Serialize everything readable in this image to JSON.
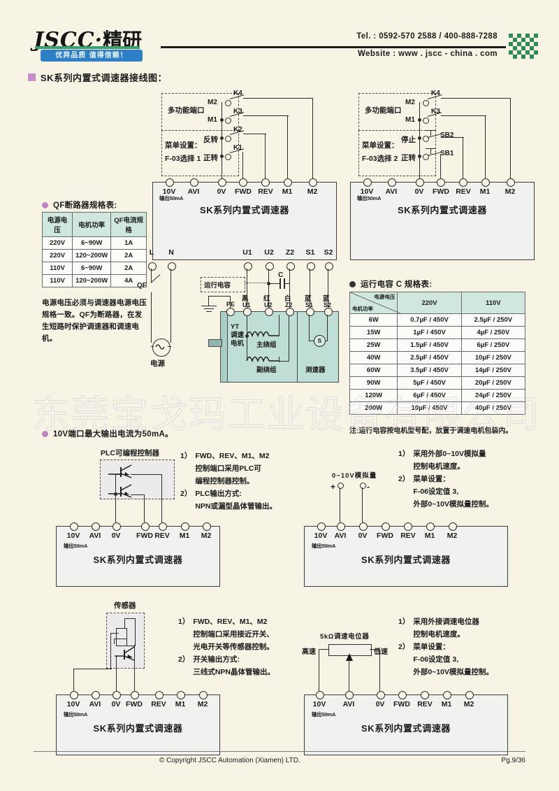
{
  "header": {
    "logo_mark": "JSCC",
    "logo_sep": "·",
    "logo_cn": "精研",
    "slogan": "优异品质 值得信赖！",
    "tel": "Tel. : 0592-570 2588 / 400-888-7288",
    "website": "Website : www . jscc - china . com"
  },
  "watermark": "东莞宝戈玛工业设备有限公司",
  "section_title": "SK系列内置式调速器接线图：",
  "drive_title": "SK系列内置式调速器",
  "terminals_top": [
    "10V",
    "AVI",
    "0V",
    "FWD",
    "REV",
    "M1",
    "M2"
  ],
  "terminals_bottom": [
    "L",
    "N",
    "U1",
    "U2",
    "Z2",
    "S1",
    "S2"
  ],
  "output_note": "输出50mA",
  "diagram1": {
    "multifunction_label": "多功能端口",
    "menu_label": "菜单设置：",
    "menu_value": "F-03选择 1",
    "port_m2": "M2",
    "port_m1": "M1",
    "port_rev": "反转",
    "port_fwd": "正转",
    "switches": [
      "K4",
      "K3",
      "K2",
      "K1"
    ]
  },
  "diagram2": {
    "multifunction_label": "多功能端口",
    "menu_label": "菜单设置：",
    "menu_value": "F-03选择 2",
    "port_m2": "M2",
    "port_m1": "M1",
    "port_stop": "停止",
    "port_fwd": "正转",
    "switches": [
      "K4",
      "K3",
      "SB2",
      "SB1"
    ]
  },
  "qf_table": {
    "title": "QF断路器规格表:",
    "headers": [
      "电源电压",
      "电机功率",
      "QF电流规格"
    ],
    "rows": [
      [
        "220V",
        "6~90W",
        "1A"
      ],
      [
        "220V",
        "120~200W",
        "2A"
      ],
      [
        "110V",
        "6~90W",
        "2A"
      ],
      [
        "110V",
        "120~200W",
        "4A"
      ]
    ]
  },
  "power_note": "电源电压必须与调速器电源电压规格一致。QF为断路器，在发生短路时保护调速器和调速电机。",
  "motor_area": {
    "qf": "QF",
    "pe": "PE",
    "power_source": "电源",
    "run_cap_label": "运行电容",
    "cap_symbol": "C",
    "wire_colors": [
      "黑",
      "红",
      "白",
      "蓝",
      "蓝"
    ],
    "wire_terms": [
      "U1",
      "U2",
      "Z2",
      "S1",
      "S2"
    ],
    "motor_label": "YT\n调速\n电机",
    "main_winding": "主绕组",
    "aux_winding": "副绕组",
    "tacho": "测速器",
    "tacho_symbol": "S"
  },
  "cap_table": {
    "title": "运行电容 C 规格表:",
    "corner_top": "电源电压",
    "corner_bottom": "电机功率",
    "headers": [
      "220V",
      "110V"
    ],
    "rows": [
      [
        "6W",
        "0.7µF / 450V",
        "2.5µF / 250V"
      ],
      [
        "15W",
        "1µF / 450V",
        "4µF / 250V"
      ],
      [
        "25W",
        "1.5µF / 450V",
        "6µF / 250V"
      ],
      [
        "40W",
        "2.5µF / 450V",
        "10µF / 250V"
      ],
      [
        "60W",
        "3.5µF / 450V",
        "14µF / 250V"
      ],
      [
        "90W",
        "5µF / 450V",
        "20µF / 250V"
      ],
      [
        "120W",
        "6µF / 450V",
        "24µF / 250V"
      ],
      [
        "200W",
        "10µF / 450V",
        "40µF / 250V"
      ]
    ],
    "note": "注:运行电容按电机型号配，放置于调速电机包装内。"
  },
  "port_note": "10V端口最大输出电流为50mA。",
  "panel_plc": {
    "box_label": "PLC可编程控制器",
    "items": [
      {
        "n": "1）",
        "lines": [
          "FWD、REV、M1、M2",
          "控制端口采用PLC可",
          "编程控制器控制。"
        ]
      },
      {
        "n": "2）",
        "lines": [
          "PLC输出方式:",
          "NPN或漏型晶体管输出。"
        ]
      }
    ]
  },
  "panel_analog": {
    "source_label": "0~10V模拟量",
    "plus": "+",
    "minus": "-",
    "items": [
      {
        "n": "1）",
        "lines": [
          "采用外部0~10V模拟量",
          "控制电机速度。"
        ]
      },
      {
        "n": "2）",
        "lines": [
          "菜单设置：",
          "F-06设定值 3,",
          "外部0~10V模拟量控制。"
        ]
      }
    ]
  },
  "panel_sensor": {
    "box_label": "传感器",
    "items": [
      {
        "n": "1）",
        "lines": [
          "FWD、REV、M1、M2",
          "控制端口采用接近开关、",
          "光电开关等传感器控制。"
        ]
      },
      {
        "n": "2）",
        "lines": [
          "开关输出方式:",
          "三线式NPN晶体管输出。"
        ]
      }
    ]
  },
  "panel_pot": {
    "pot_label": "5kΩ调速电位器",
    "high": "高速",
    "low": "低速",
    "items": [
      {
        "n": "1）",
        "lines": [
          "采用外接调速电位器",
          "控制电机速度。"
        ]
      },
      {
        "n": "2）",
        "lines": [
          "菜单设置：",
          "F-06设定值 3,",
          "外部0~10V模拟量控制。"
        ]
      }
    ]
  },
  "footer": {
    "copyright": "© Copyright JSCC Automation (Xiamen) LTD.",
    "page": "Pg.9/36"
  }
}
